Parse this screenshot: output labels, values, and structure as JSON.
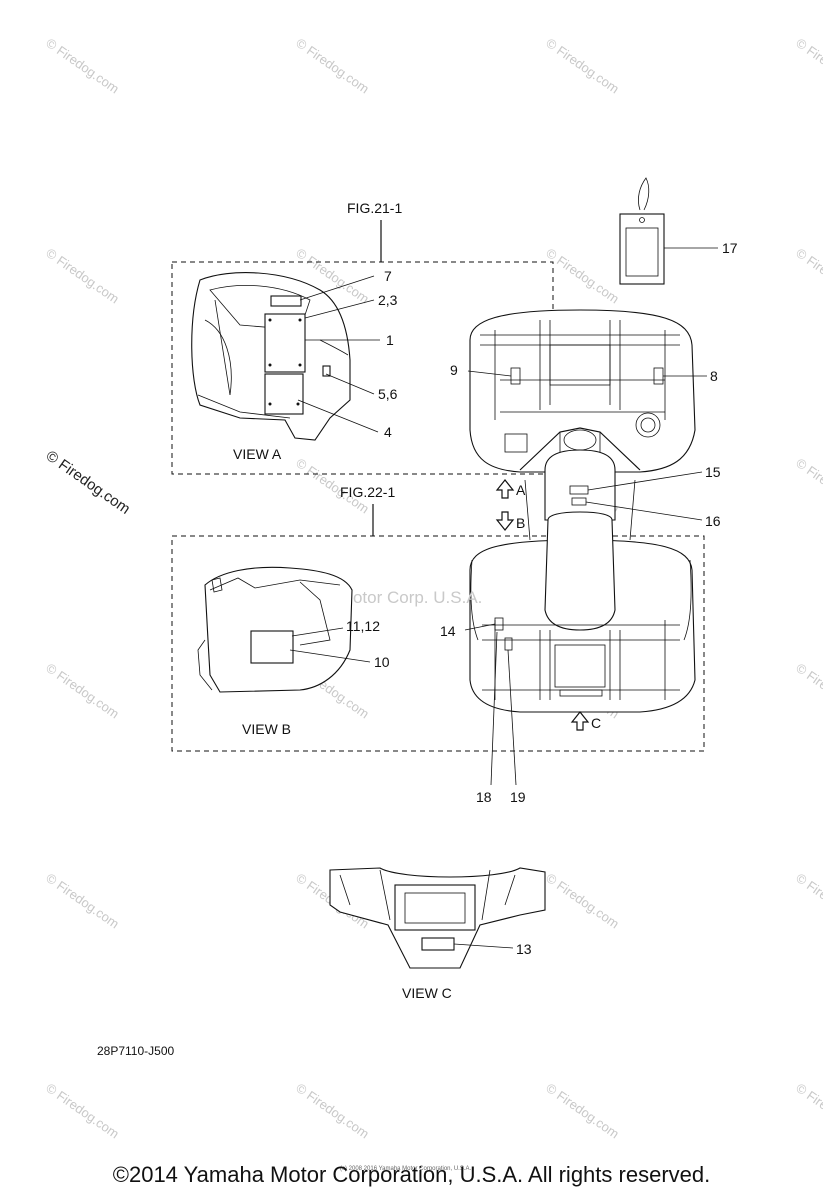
{
  "figure_refs": [
    "FIG.21-1",
    "FIG.22-1"
  ],
  "view_labels": [
    "VIEW A",
    "VIEW B",
    "VIEW C"
  ],
  "arrow_labels": [
    "A",
    "B",
    "C"
  ],
  "callouts": [
    "7",
    "2,3",
    "1",
    "5,6",
    "4",
    "17",
    "9",
    "8",
    "15",
    "16",
    "11,12",
    "10",
    "14",
    "18",
    "19",
    "13"
  ],
  "drawing_code": "28P7110-J500",
  "watermark_text": "© Firedog.com",
  "watermark_center": "Yamaha Motor Corp. U.S.A.",
  "small_print": "(c) 2008 2016 Yamaha Motor Corporation, U.S.A.",
  "copyright": "©2014 Yamaha Motor Corporation, U.S.A. All rights reserved."
}
